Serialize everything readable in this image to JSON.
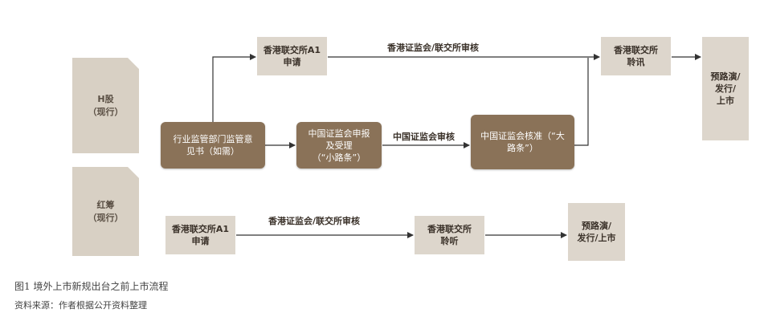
{
  "categories": {
    "h_share": "H股\n（现行）",
    "red_chip": "红筹\n（现行）"
  },
  "nodes": {
    "h_hkex_apply": "香港联交所A1\n申请",
    "h_hkex_hearing": "香港联交所\n聆讯",
    "h_roadshow": "预路演/\n发行/\n上市",
    "h_industry_opinion": "行业监管部门监管意\n见书（如需）",
    "h_csrc_submit": "中国证监会申报\n及受理\n（“小路条”）",
    "h_csrc_approve": "中国证监会核准（“大\n路条”）",
    "r_hkex_apply": "香港联交所A1\n申请",
    "r_hkex_hearing": "香港联交所\n聆听",
    "r_roadshow": "预路演/\n发行/上市"
  },
  "edge_labels": {
    "h_top_review": "香港证监会/联交所审核",
    "h_csrc_review": "中国证监会审核",
    "r_review": "香港证监会/联交所审核"
  },
  "caption": "图1  境外上市新规出台之前上市流程",
  "source": "资料来源：作者根据公开资料整理"
}
